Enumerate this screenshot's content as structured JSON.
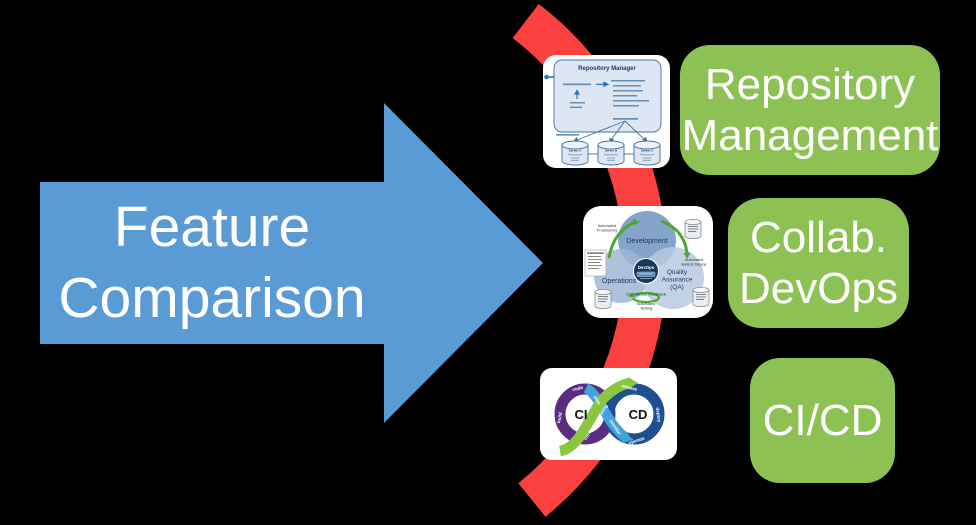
{
  "slide": {
    "background_color": "#000000",
    "arrow": {
      "label_line1": "Feature",
      "label_line2": "Comparison",
      "fill_color": "#5B9BD5",
      "text_color": "#FFFFFF"
    },
    "curve": {
      "color": "#FB4040"
    },
    "label_boxes": {
      "bg_color": "#8DC153",
      "text_color": "#FFFFFF",
      "repository": {
        "line1": "Repository",
        "line2": "Management"
      },
      "devops": {
        "line1": "Collab.",
        "line2": "DevOps"
      },
      "cicd": {
        "line1": "CI/CD"
      }
    },
    "thumbnails": {
      "repository_manager": {
        "title": "Repository Manager",
        "servers": [
          "Server A",
          "Server B",
          "Server C"
        ],
        "repositories_label": "Repositories"
      },
      "devops_cycle": {
        "development": "Development",
        "operations": "Operations",
        "qa_line1": "Quality",
        "qa_line2": "Assurance",
        "qa_line3": "(QA)",
        "center": "DevOps",
        "automated_provisioning": [
          "Automated",
          "Provisioning"
        ],
        "automated_build_deploy": [
          "Automated",
          "Build & Deploy"
        ],
        "continuous_feedback": "Continuous Feedback",
        "automated_testing": [
          "Automated",
          "Testing"
        ]
      },
      "cicd_loop": {
        "ci": "CI",
        "cd": "CD",
        "code": "code",
        "build": "build",
        "plan": "plan",
        "monitor": "monitor",
        "release": "release",
        "deploy": "deploy",
        "operate": "operate",
        "continuous_testing": "continuous testing"
      }
    }
  }
}
